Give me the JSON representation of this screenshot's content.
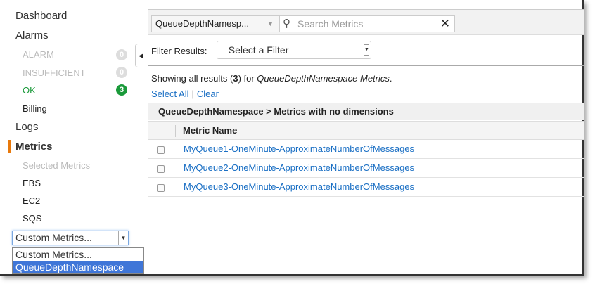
{
  "sidebar": {
    "dashboard": "Dashboard",
    "alarms": "Alarms",
    "alarm": "ALARM",
    "alarm_count": "0",
    "insufficient": "INSUFFICIENT",
    "insufficient_count": "0",
    "ok": "OK",
    "ok_count": "3",
    "billing": "Billing",
    "logs": "Logs",
    "metrics": "Metrics",
    "selected_metrics": "Selected Metrics",
    "ebs": "EBS",
    "ec2": "EC2",
    "sqs": "SQS",
    "namespace_select": "Custom Metrics...",
    "namespace_options": [
      "Custom Metrics...",
      "QueueDepthNamespace"
    ]
  },
  "toolbar": {
    "namespace": "QueueDepthNamesp...",
    "search_placeholder": "Search Metrics"
  },
  "filter": {
    "label": "Filter Results:",
    "value": "–Select a Filter–"
  },
  "results": {
    "prefix": "Showing all results (",
    "count": "3",
    "mid": ") for ",
    "namespace": "QueueDepthNamespace Metrics",
    "suffix": ".",
    "select_all": "Select All",
    "sep": "|",
    "clear": "Clear"
  },
  "table": {
    "group": "QueueDepthNamespace > Metrics with no dimensions",
    "column": "Metric Name",
    "rows": [
      "MyQueue1-OneMinute-ApproximateNumberOfMessages",
      "MyQueue2-OneMinute-ApproximateNumberOfMessages",
      "MyQueue3-OneMinute-ApproximateNumberOfMessages"
    ]
  }
}
